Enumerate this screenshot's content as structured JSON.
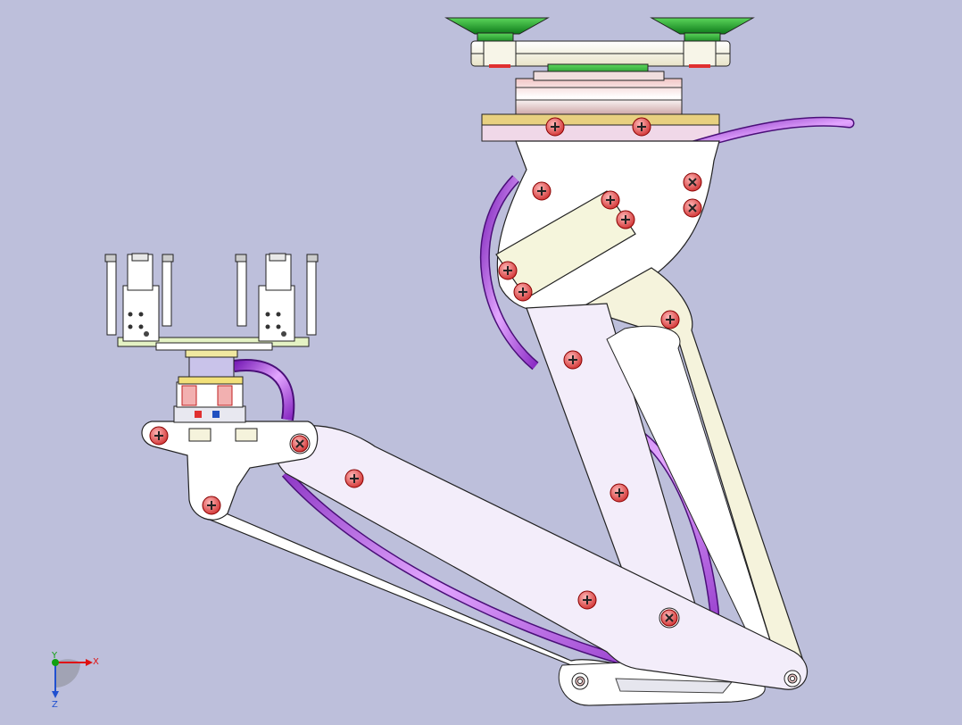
{
  "viewport": {
    "background": "#bdbfdb"
  },
  "triad": {
    "x_label": "X",
    "y_label": "Y",
    "z_label": "Z",
    "x_color": "#e01010",
    "y_color": "#10a010",
    "z_color": "#2050d0"
  },
  "model": {
    "screw_icon": "phillips-screw-icon",
    "hose_color": "#a040e0",
    "link_colors": [
      "#f3edfa",
      "#f5f3dc",
      "#ffffff"
    ]
  }
}
